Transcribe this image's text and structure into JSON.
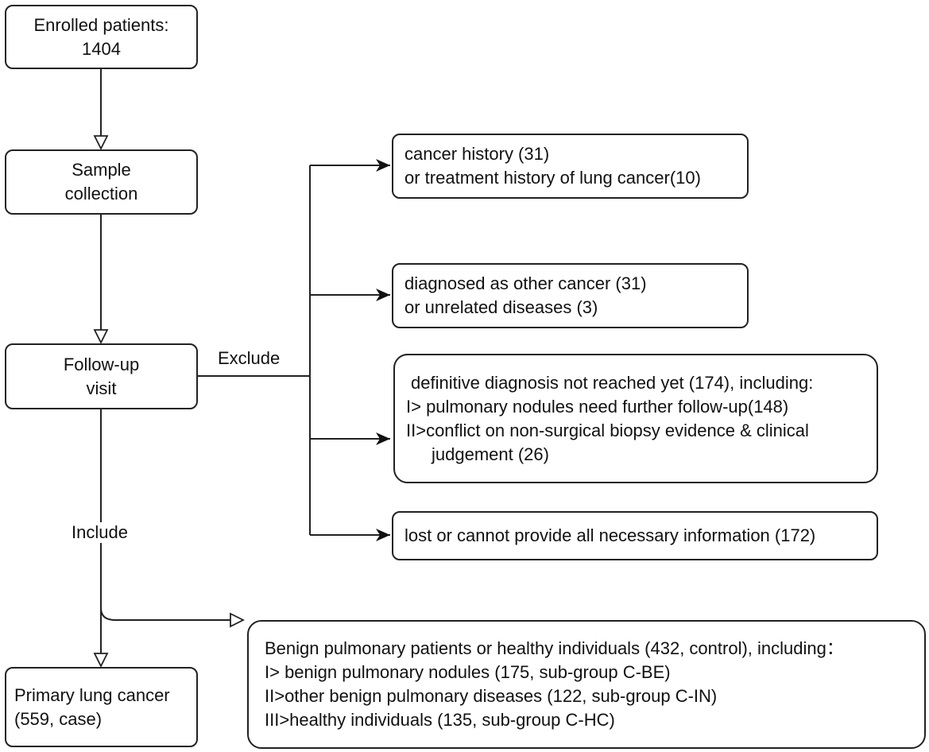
{
  "nodes": {
    "enrolled": {
      "line1": "Enrolled patients:",
      "line2": "1404"
    },
    "sample": {
      "line1": "Sample",
      "line2": "collection"
    },
    "followup": {
      "line1": "Follow-up",
      "line2": "visit"
    },
    "primary": {
      "line1": "Primary lung cancer",
      "line2": "(559, case)"
    },
    "excl1": {
      "line1": "cancer history (31)",
      "line2": "or treatment history of lung cancer(10)"
    },
    "excl2": {
      "line1": "diagnosed as other cancer (31)",
      "line2": "or unrelated diseases (3)"
    },
    "excl3": {
      "line1": "definitive diagnosis not reached yet (174), including:",
      "line2": "I> pulmonary nodules need further follow-up(148)",
      "line3": "II>conflict on non-surgical biopsy evidence & clinical",
      "line4": "judgement (26)"
    },
    "excl4": {
      "line1": "lost or cannot provide all necessary information (172)"
    },
    "control": {
      "line1": "Benign pulmonary patients or healthy individuals (432, control), including：",
      "line2": "I> benign pulmonary nodules (175, sub-group C-BE)",
      "line3": "II>other benign pulmonary diseases (122, sub-group C-IN)",
      "line4": "III>healthy individuals (135, sub-group C-HC)"
    }
  },
  "edge_labels": {
    "exclude": "Exclude",
    "include": "Include"
  }
}
